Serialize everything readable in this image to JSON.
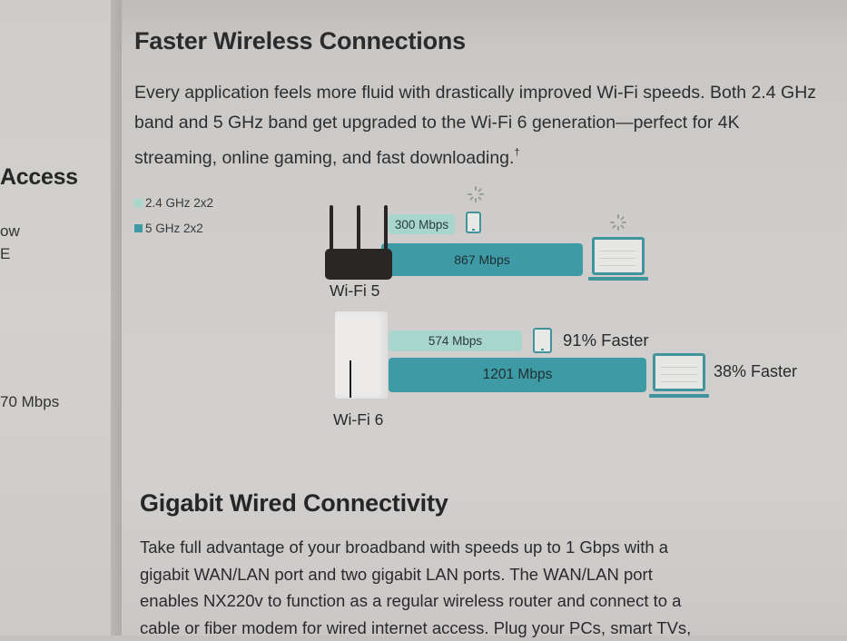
{
  "left_panel": {
    "heading": "Access",
    "lines": [
      "ow",
      "E",
      "70 Mbps"
    ]
  },
  "section1": {
    "title": "Faster Wireless Connections",
    "paragraph": "Every application feels more fluid with drastically improved Wi-Fi speeds. Both 2.4 GHz band and 5 GHz band get upgraded to the Wi-Fi 6 generation—perfect for 4K streaming, online gaming, and fast downloading.",
    "footnote_mark": "†"
  },
  "legend": [
    {
      "label": "2.4 GHz 2x2",
      "color": "#a9d6cc"
    },
    {
      "label": "5 GHz 2x2",
      "color": "#3e9aa4"
    }
  ],
  "comparison": {
    "wifi5": {
      "label": "Wi-Fi 5",
      "band_24": "300 Mbps",
      "band_5": "867 Mbps"
    },
    "wifi6": {
      "label": "Wi-Fi 6",
      "band_24": "574 Mbps",
      "band_5": "1201 Mbps",
      "band_24_gain": "91% Faster",
      "band_5_gain": "38% Faster"
    },
    "icons": {
      "tablet": "tablet-icon",
      "laptop": "laptop-icon",
      "loading": "loading-spinner-icon",
      "router_wifi5": "router-with-antennas-icon",
      "router_wifi6": "mesh-router-icon"
    }
  },
  "chart_data": {
    "type": "bar",
    "title": "Wi-Fi 5 vs Wi-Fi 6 link speed",
    "categories": [
      "Wi-Fi 5",
      "Wi-Fi 6"
    ],
    "series": [
      {
        "name": "2.4 GHz 2x2",
        "values": [
          300,
          574
        ],
        "color": "#a9d6cc"
      },
      {
        "name": "5 GHz 2x2",
        "values": [
          867,
          1201
        ],
        "color": "#3e9aa4"
      }
    ],
    "annotations": [
      "91% Faster",
      "38% Faster"
    ],
    "xlabel": "",
    "ylabel": "Mbps",
    "orientation": "horizontal",
    "legend_position": "top-left"
  },
  "section2": {
    "title": "Gigabit Wired Connectivity",
    "lines": [
      "Take full advantage of your broadband with speeds up to 1 Gbps with a",
      "gigabit WAN/LAN port and two gigabit LAN ports. The WAN/LAN port",
      "enables NX220v to function as a regular wireless router and connect to a",
      "cable or fiber modem for wired internet access. Plug your PCs, smart TVs,"
    ]
  }
}
